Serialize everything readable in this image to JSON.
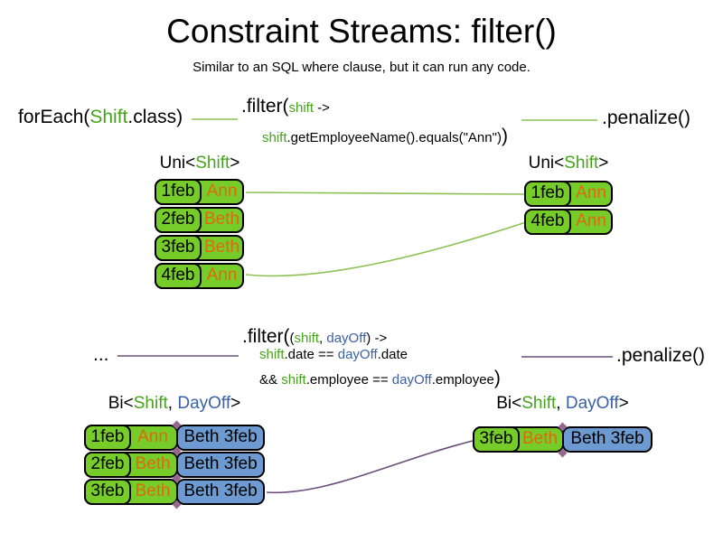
{
  "title": "Constraint Streams: filter()",
  "subtitle": "Similar to an SQL where clause, but it can run any code.",
  "colors": {
    "code_green": "#45A41B",
    "cell_green": "#76CC28",
    "orange_text": "#DE6A0D",
    "blue_text": "#3A61A8",
    "blue_fill": "#6D9BD1",
    "line_green": "#8CC153",
    "line_purple": "#6B4E79"
  },
  "code1": {
    "foreach_pre": "forEach(",
    "foreach_class": "Shift",
    "foreach_post": ".class)",
    "filter_fn": ".filter(",
    "filter_param": "shift",
    "filter_arrow": " ->",
    "body_param": "shift",
    "body_rest": ".getEmployeeName().equals(\"Ann\")",
    "body_close": ")",
    "penalize": ".penalize()"
  },
  "code2": {
    "ellipsis": "...",
    "filter_fn": ".filter(",
    "open_paren": "(",
    "param1": "shift",
    "comma": ", ",
    "param2": "dayOff",
    "close_paren": ")",
    "arrow": " ->",
    "l2_shift": "shift",
    "l2_mid": ".date == ",
    "l2_dayoff": "dayOff",
    "l2_end": ".date",
    "l3_amp": "&& ",
    "l3_shift": "shift",
    "l3_mid": ".employee == ",
    "l3_dayoff": "dayOff",
    "l3_end": ".employee",
    "l3_close": ")",
    "penalize": ".penalize()"
  },
  "labels": {
    "uni_left": {
      "pre": "Uni<",
      "type": "Shift",
      "post": ">"
    },
    "uni_right": {
      "pre": "Uni<",
      "type": "Shift",
      "post": ">"
    },
    "bi_left": {
      "pre": "Bi<",
      "t1": "Shift",
      "comma": ", ",
      "t2": "DayOff",
      "post": ">"
    },
    "bi_right": {
      "pre": "Bi<",
      "t1": "Shift",
      "comma": ", ",
      "t2": "DayOff",
      "post": ">"
    }
  },
  "tables": {
    "uni_left": {
      "rows": [
        {
          "date": "1feb",
          "name": "Ann"
        },
        {
          "date": "2feb",
          "name": "Beth"
        },
        {
          "date": "3feb",
          "name": "Beth"
        },
        {
          "date": "4feb",
          "name": "Ann"
        }
      ]
    },
    "uni_right": {
      "rows": [
        {
          "date": "1feb",
          "name": "Ann"
        },
        {
          "date": "4feb",
          "name": "Ann"
        }
      ]
    },
    "bi_left": {
      "rows": [
        {
          "date": "1feb",
          "name": "Ann",
          "join": "Beth 3feb"
        },
        {
          "date": "2feb",
          "name": "Beth",
          "join": "Beth 3feb"
        },
        {
          "date": "3feb",
          "name": "Beth",
          "join": "Beth 3feb"
        }
      ]
    },
    "bi_right": {
      "rows": [
        {
          "date": "3feb",
          "name": "Beth",
          "join": "Beth 3feb"
        }
      ]
    }
  }
}
